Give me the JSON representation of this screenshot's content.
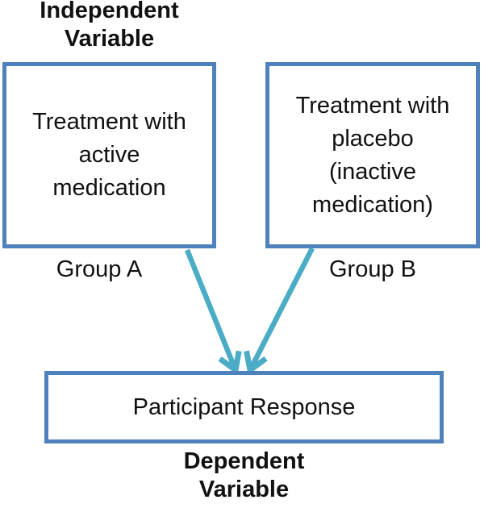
{
  "colors": {
    "box_border": "#4f81bd",
    "arrow": "#4bacc6",
    "text": "#111111",
    "background": "#ffffff"
  },
  "independent_variable": {
    "lines": [
      "Independent",
      "Variable"
    ]
  },
  "treatment_active": {
    "lines": [
      "Treatment with",
      "active",
      "medication"
    ],
    "group_label": "Group A"
  },
  "treatment_placebo": {
    "lines": [
      "Treatment with",
      "placebo",
      "(inactive",
      "medication)"
    ],
    "group_label": "Group B"
  },
  "participant_response": {
    "text": "Participant Response"
  },
  "dependent_variable": {
    "lines": [
      "Dependent",
      "Variable"
    ]
  }
}
